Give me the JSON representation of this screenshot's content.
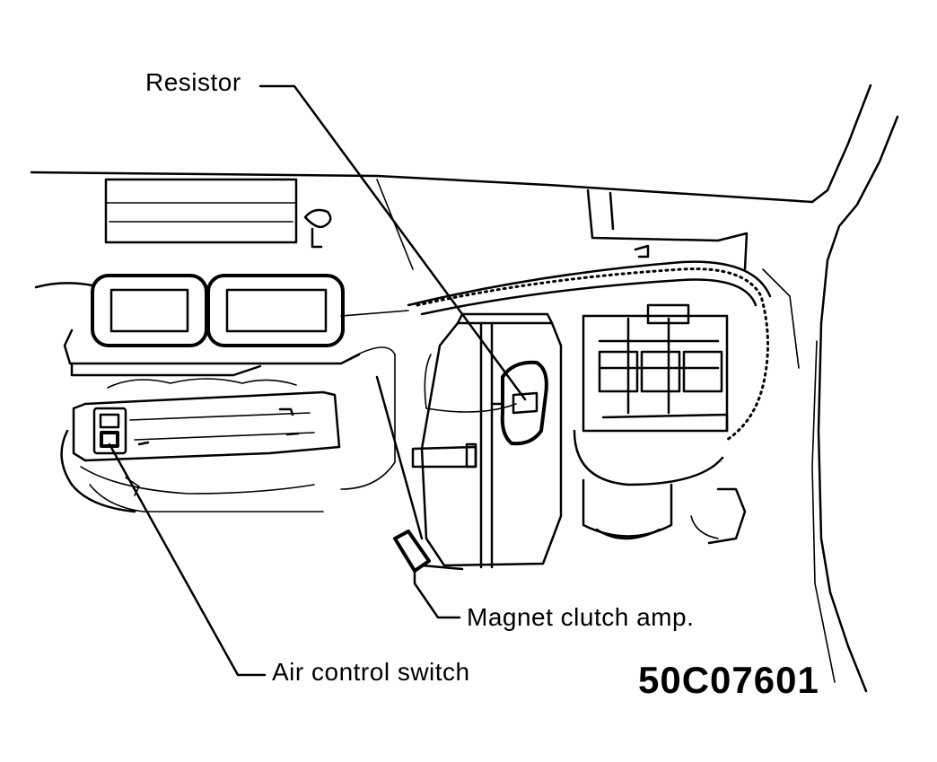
{
  "labels": {
    "resistor": "Resistor",
    "magnet_clutch_amp": "Magnet clutch amp.",
    "air_control_switch": "Air control switch",
    "figure_code": "50C07601"
  },
  "colors": {
    "ink": "#000000",
    "paper": "#ffffff"
  }
}
